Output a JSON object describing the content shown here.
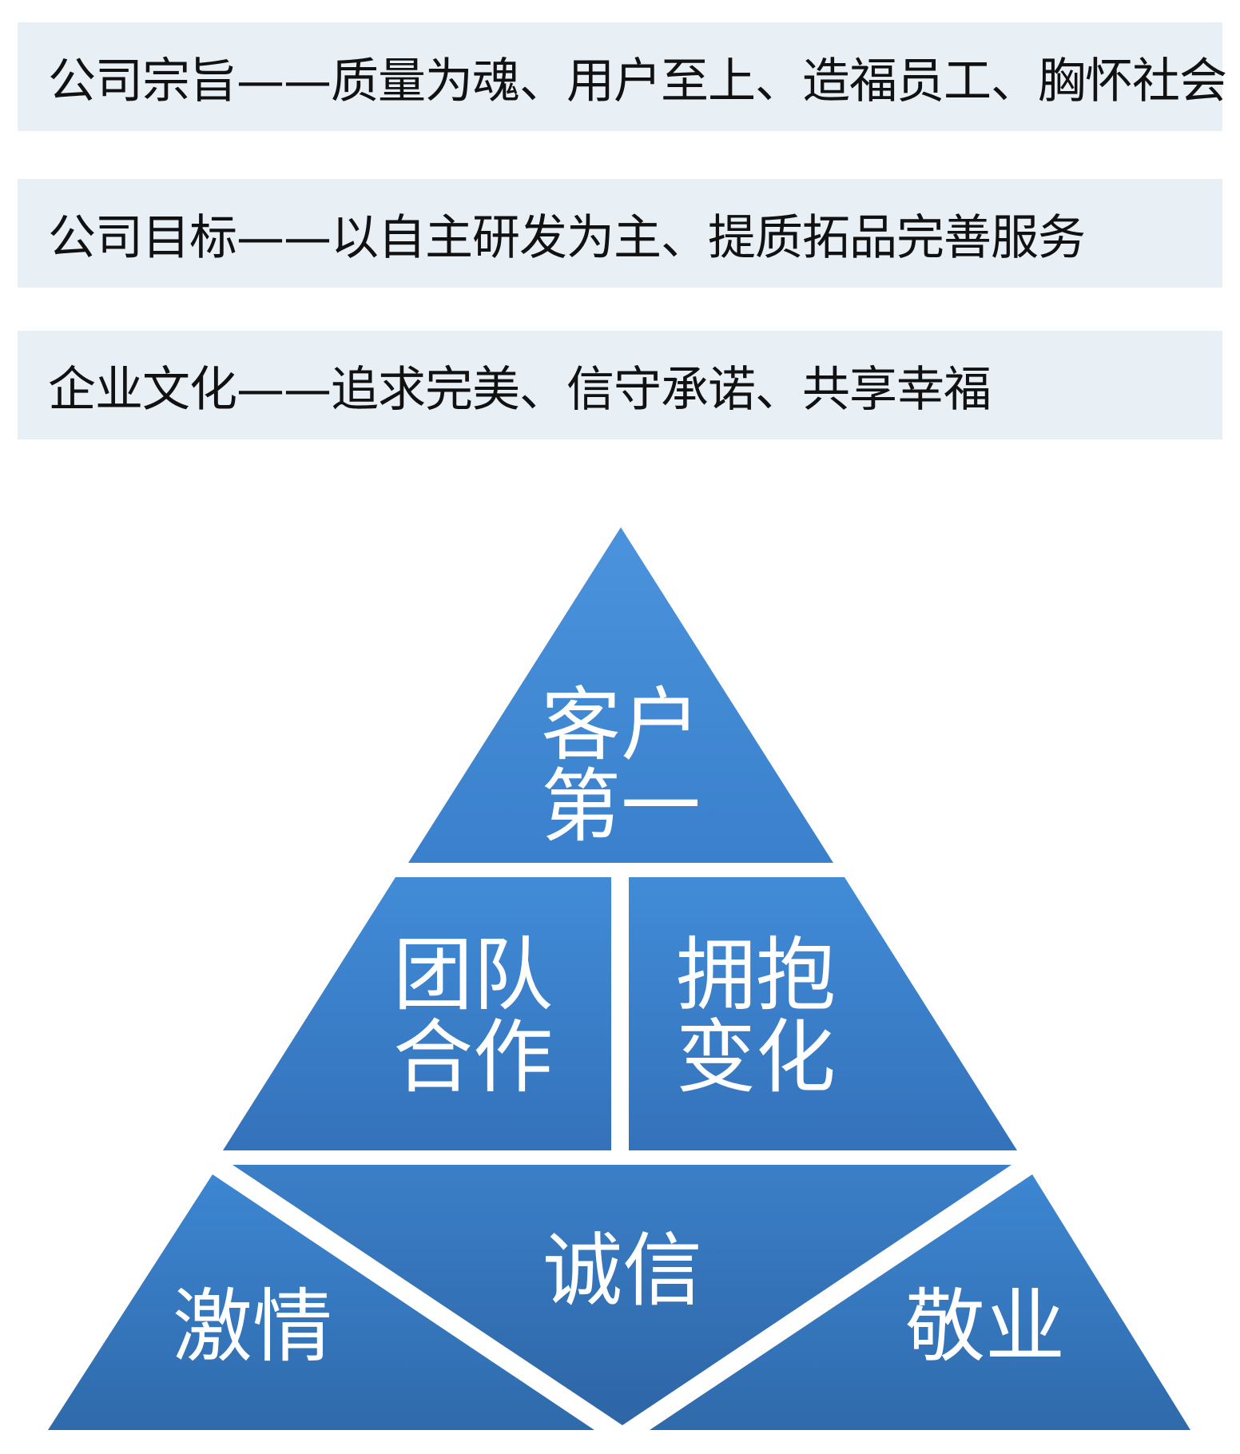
{
  "banners": [
    {
      "text": "公司宗旨——质量为魂、用户至上、造福员工、胸怀社会"
    },
    {
      "text": "公司目标——以自主研发为主、提质拓品完善服务"
    },
    {
      "text": "企业文化——追求完美、信守承诺、共享幸福"
    }
  ],
  "pyramid": {
    "top": {
      "line1": "客户",
      "line2": "第一"
    },
    "middle_left": {
      "line1": "团队",
      "line2": "合作"
    },
    "middle_right": {
      "line1": "拥抱",
      "line2": "变化"
    },
    "bottom_center": {
      "line1": "诚信"
    },
    "bottom_left": {
      "line1": "激情"
    },
    "bottom_right": {
      "line1": "敬业"
    }
  },
  "colors": {
    "banner_bg": "#e8eff5",
    "segment_light": "#4a92dc",
    "segment_dark": "#2f6cb0",
    "divider": "#ffffff"
  }
}
